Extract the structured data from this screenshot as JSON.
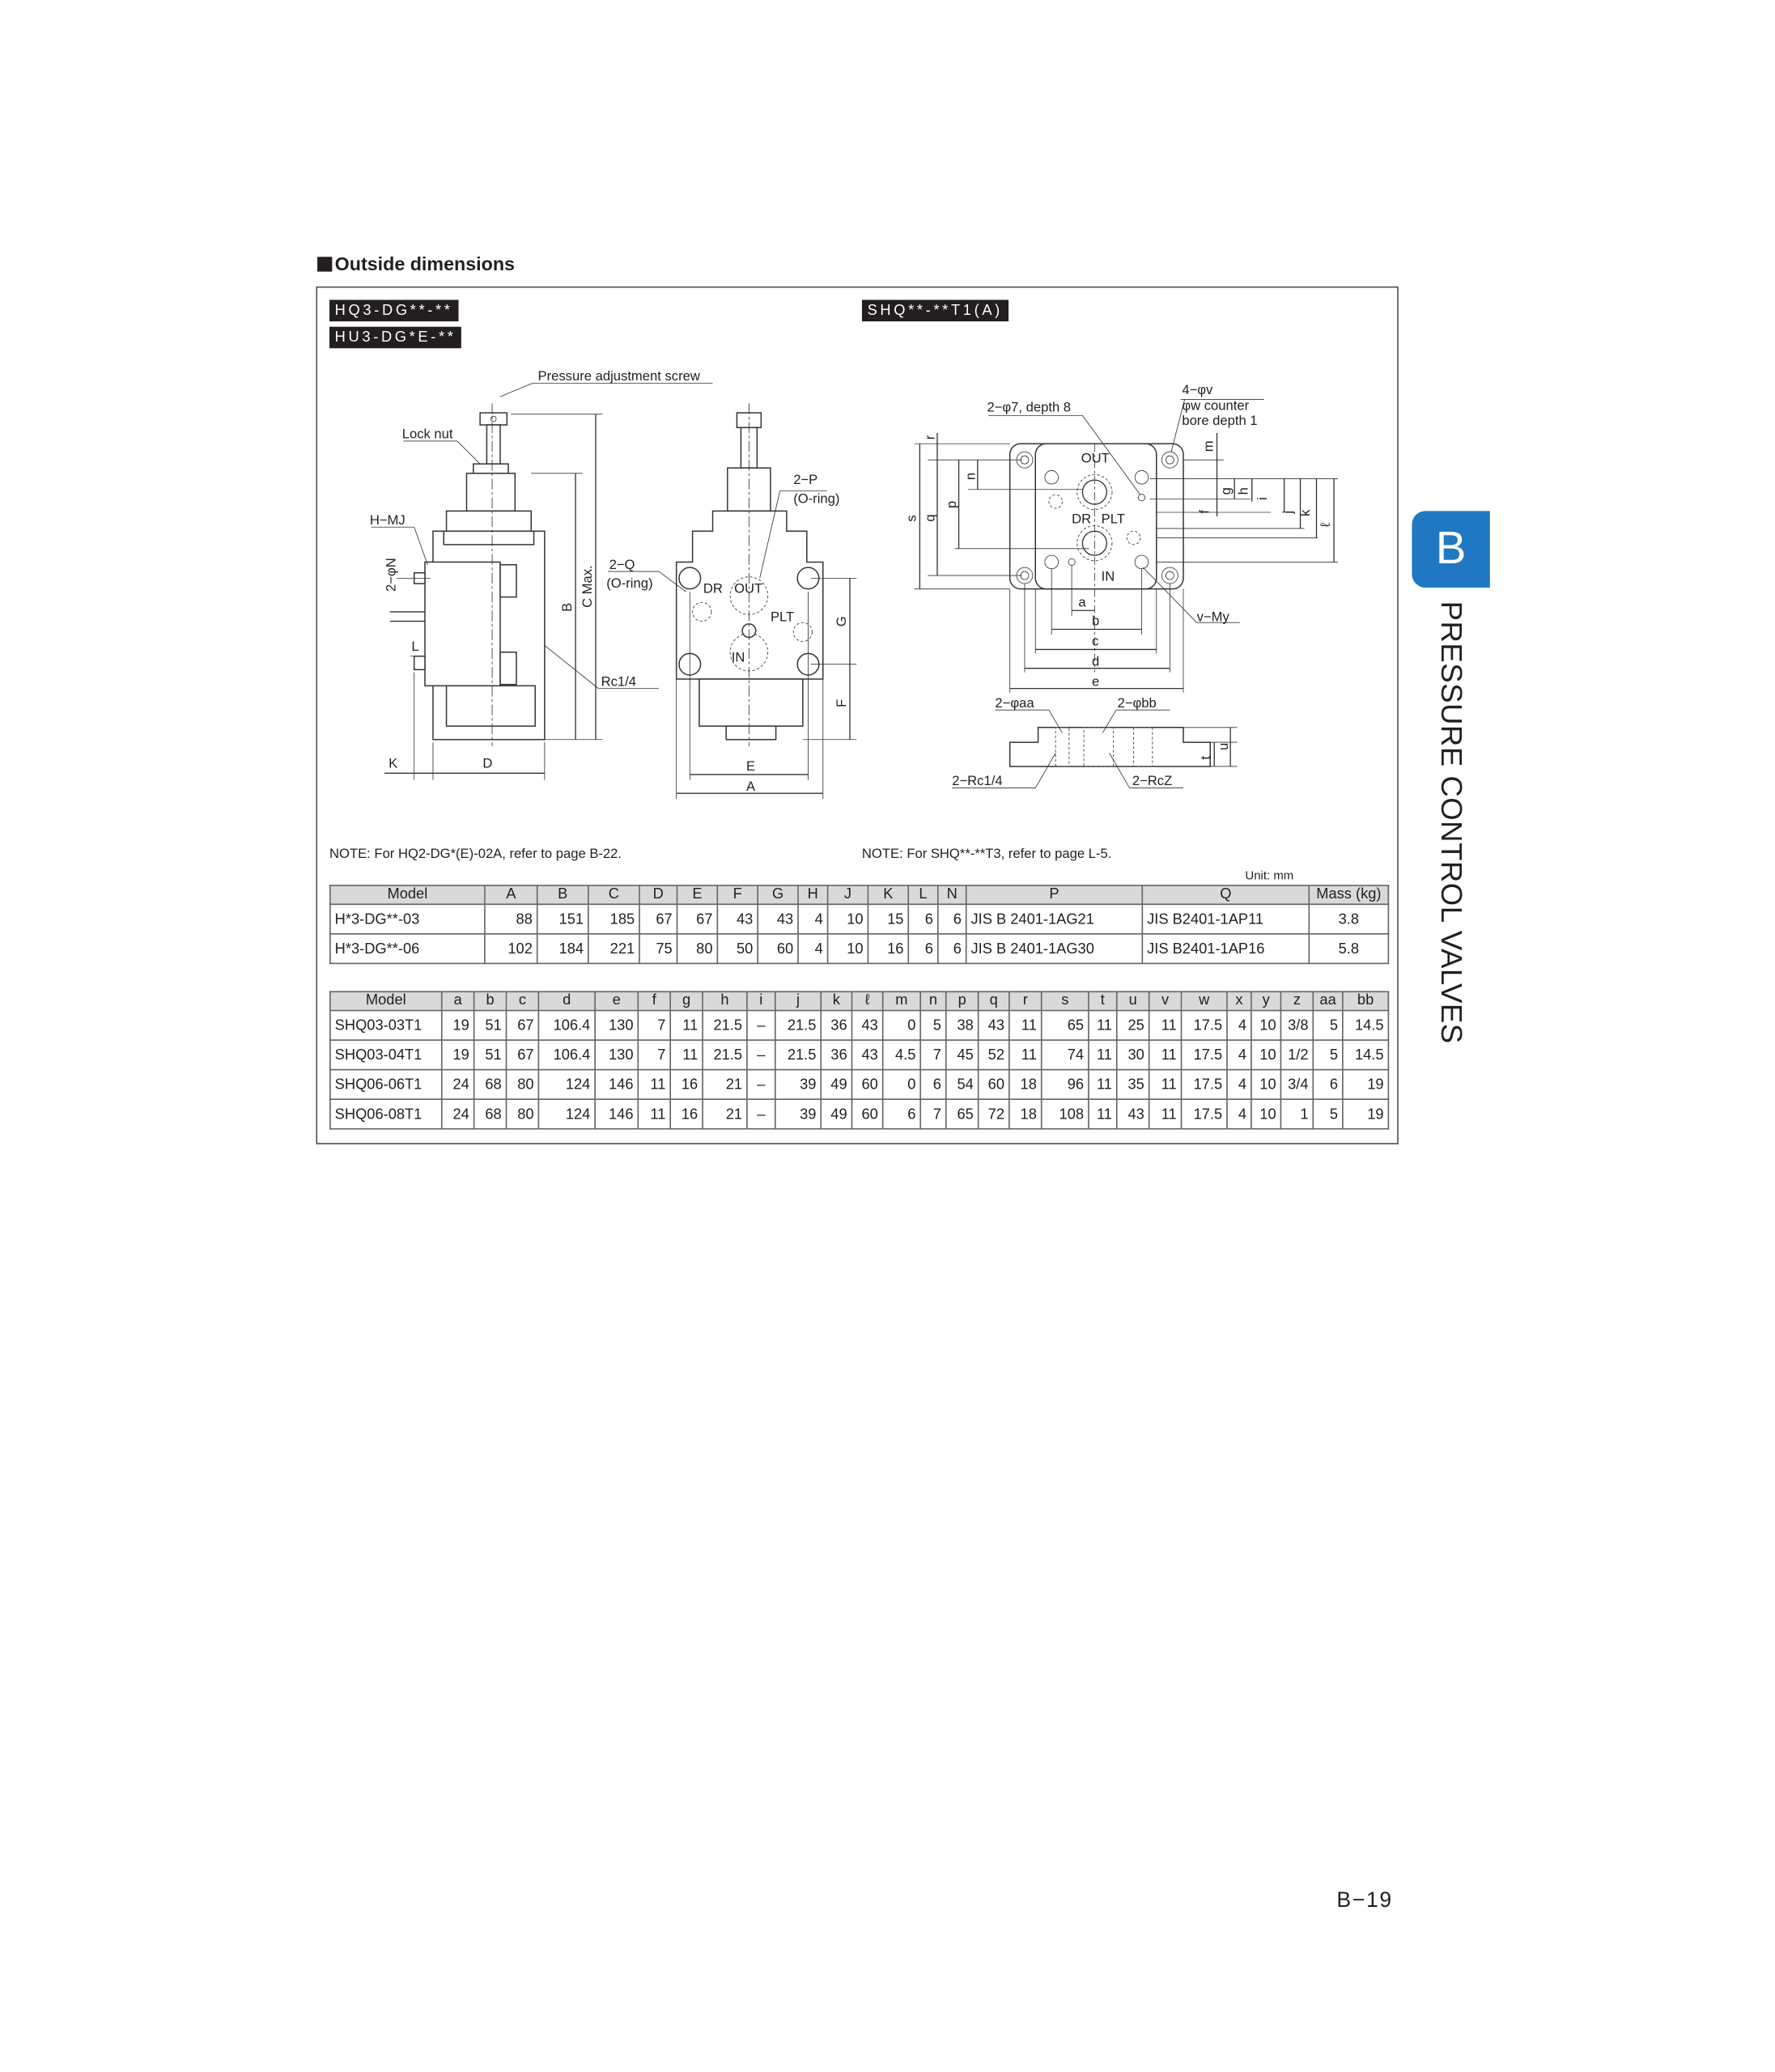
{
  "section_title": "Outside dimensions",
  "left_models": [
    "HQ3-DG**-**",
    "HU3-DG*E-**"
  ],
  "right_model": "SHQ**-**T1(A)",
  "left_drawing": {
    "pressure_screw": "Pressure adjustment screw",
    "lock_nut": "Lock nut",
    "h_mj": "H−MJ",
    "n": "2−φN",
    "l": "L",
    "k": "K",
    "d": "D",
    "b": "B",
    "c": "C Max.",
    "rc": "Rc1/4",
    "q": "2−Q",
    "q_oring": "(O-ring)",
    "p": "2−P",
    "p_oring": "(O-ring)",
    "dr": "DR",
    "out": "OUT",
    "plt": "PLT",
    "in": "IN",
    "g": "G",
    "f": "F",
    "e": "E",
    "a": "A"
  },
  "right_drawing": {
    "hole7": "2−φ7, depth 8",
    "v": "4−φv",
    "w1": "φw counter",
    "w2": "bore depth 1",
    "r": "r",
    "s": "s",
    "q": "q",
    "p": "p",
    "n": "n",
    "m": "m",
    "g": "g",
    "h": "h",
    "i": "i",
    "f": "f",
    "j": "j",
    "k": "k",
    "l": "ℓ",
    "out": "OUT",
    "dr": "DR",
    "plt": "PLT",
    "in": "IN",
    "a": "a",
    "b": "b",
    "c": "c",
    "d": "d",
    "e": "e",
    "vmy": "v−My",
    "aa": "2−φaa",
    "bb": "2−φbb",
    "rc": "2−Rc1/4",
    "rcz": "2−RcZ",
    "t": "t",
    "u": "u"
  },
  "note_left": "NOTE: For HQ2-DG*(E)-02A, refer to page B-22.",
  "note_right": "NOTE: For SHQ**-**T3, refer to page L-5.",
  "unit": "Unit: mm",
  "table1": {
    "headers": [
      "Model",
      "A",
      "B",
      "C",
      "D",
      "E",
      "F",
      "G",
      "H",
      "J",
      "K",
      "L",
      "N",
      "P",
      "Q",
      "Mass (kg)"
    ],
    "rows": [
      [
        "H*3-DG**-03",
        "88",
        "151",
        "185",
        "67",
        "67",
        "43",
        "43",
        "4",
        "10",
        "15",
        "6",
        "6",
        "JIS B 2401-1AG21",
        "JIS B2401-1AP11",
        "3.8"
      ],
      [
        "H*3-DG**-06",
        "102",
        "184",
        "221",
        "75",
        "80",
        "50",
        "60",
        "4",
        "10",
        "16",
        "6",
        "6",
        "JIS B 2401-1AG30",
        "JIS B2401-1AP16",
        "5.8"
      ]
    ]
  },
  "table2": {
    "headers": [
      "Model",
      "a",
      "b",
      "c",
      "d",
      "e",
      "f",
      "g",
      "h",
      "i",
      "j",
      "k",
      "ℓ",
      "m",
      "n",
      "p",
      "q",
      "r",
      "s",
      "t",
      "u",
      "v",
      "w",
      "x",
      "y",
      "z",
      "aa",
      "bb"
    ],
    "rows": [
      [
        "SHQ03-03T1",
        "19",
        "51",
        "67",
        "106.4",
        "130",
        "7",
        "11",
        "21.5",
        "–",
        "21.5",
        "36",
        "43",
        "0",
        "5",
        "38",
        "43",
        "11",
        "65",
        "11",
        "25",
        "11",
        "17.5",
        "4",
        "10",
        "3/8",
        "5",
        "14.5"
      ],
      [
        "SHQ03-04T1",
        "19",
        "51",
        "67",
        "106.4",
        "130",
        "7",
        "11",
        "21.5",
        "–",
        "21.5",
        "36",
        "43",
        "4.5",
        "7",
        "45",
        "52",
        "11",
        "74",
        "11",
        "30",
        "11",
        "17.5",
        "4",
        "10",
        "1/2",
        "5",
        "14.5"
      ],
      [
        "SHQ06-06T1",
        "24",
        "68",
        "80",
        "124",
        "146",
        "11",
        "16",
        "21",
        "–",
        "39",
        "49",
        "60",
        "0",
        "6",
        "54",
        "60",
        "18",
        "96",
        "11",
        "35",
        "11",
        "17.5",
        "4",
        "10",
        "3/4",
        "6",
        "19"
      ],
      [
        "SHQ06-08T1",
        "24",
        "68",
        "80",
        "124",
        "146",
        "11",
        "16",
        "21",
        "–",
        "39",
        "49",
        "60",
        "6",
        "7",
        "65",
        "72",
        "18",
        "108",
        "11",
        "43",
        "11",
        "17.5",
        "4",
        "10",
        "1",
        "5",
        "19"
      ]
    ]
  },
  "side_tab": {
    "letter": "B",
    "label": "PRESSURE CONTROL VALVES",
    "color": "#1f78c1"
  },
  "page_number": "B−19"
}
